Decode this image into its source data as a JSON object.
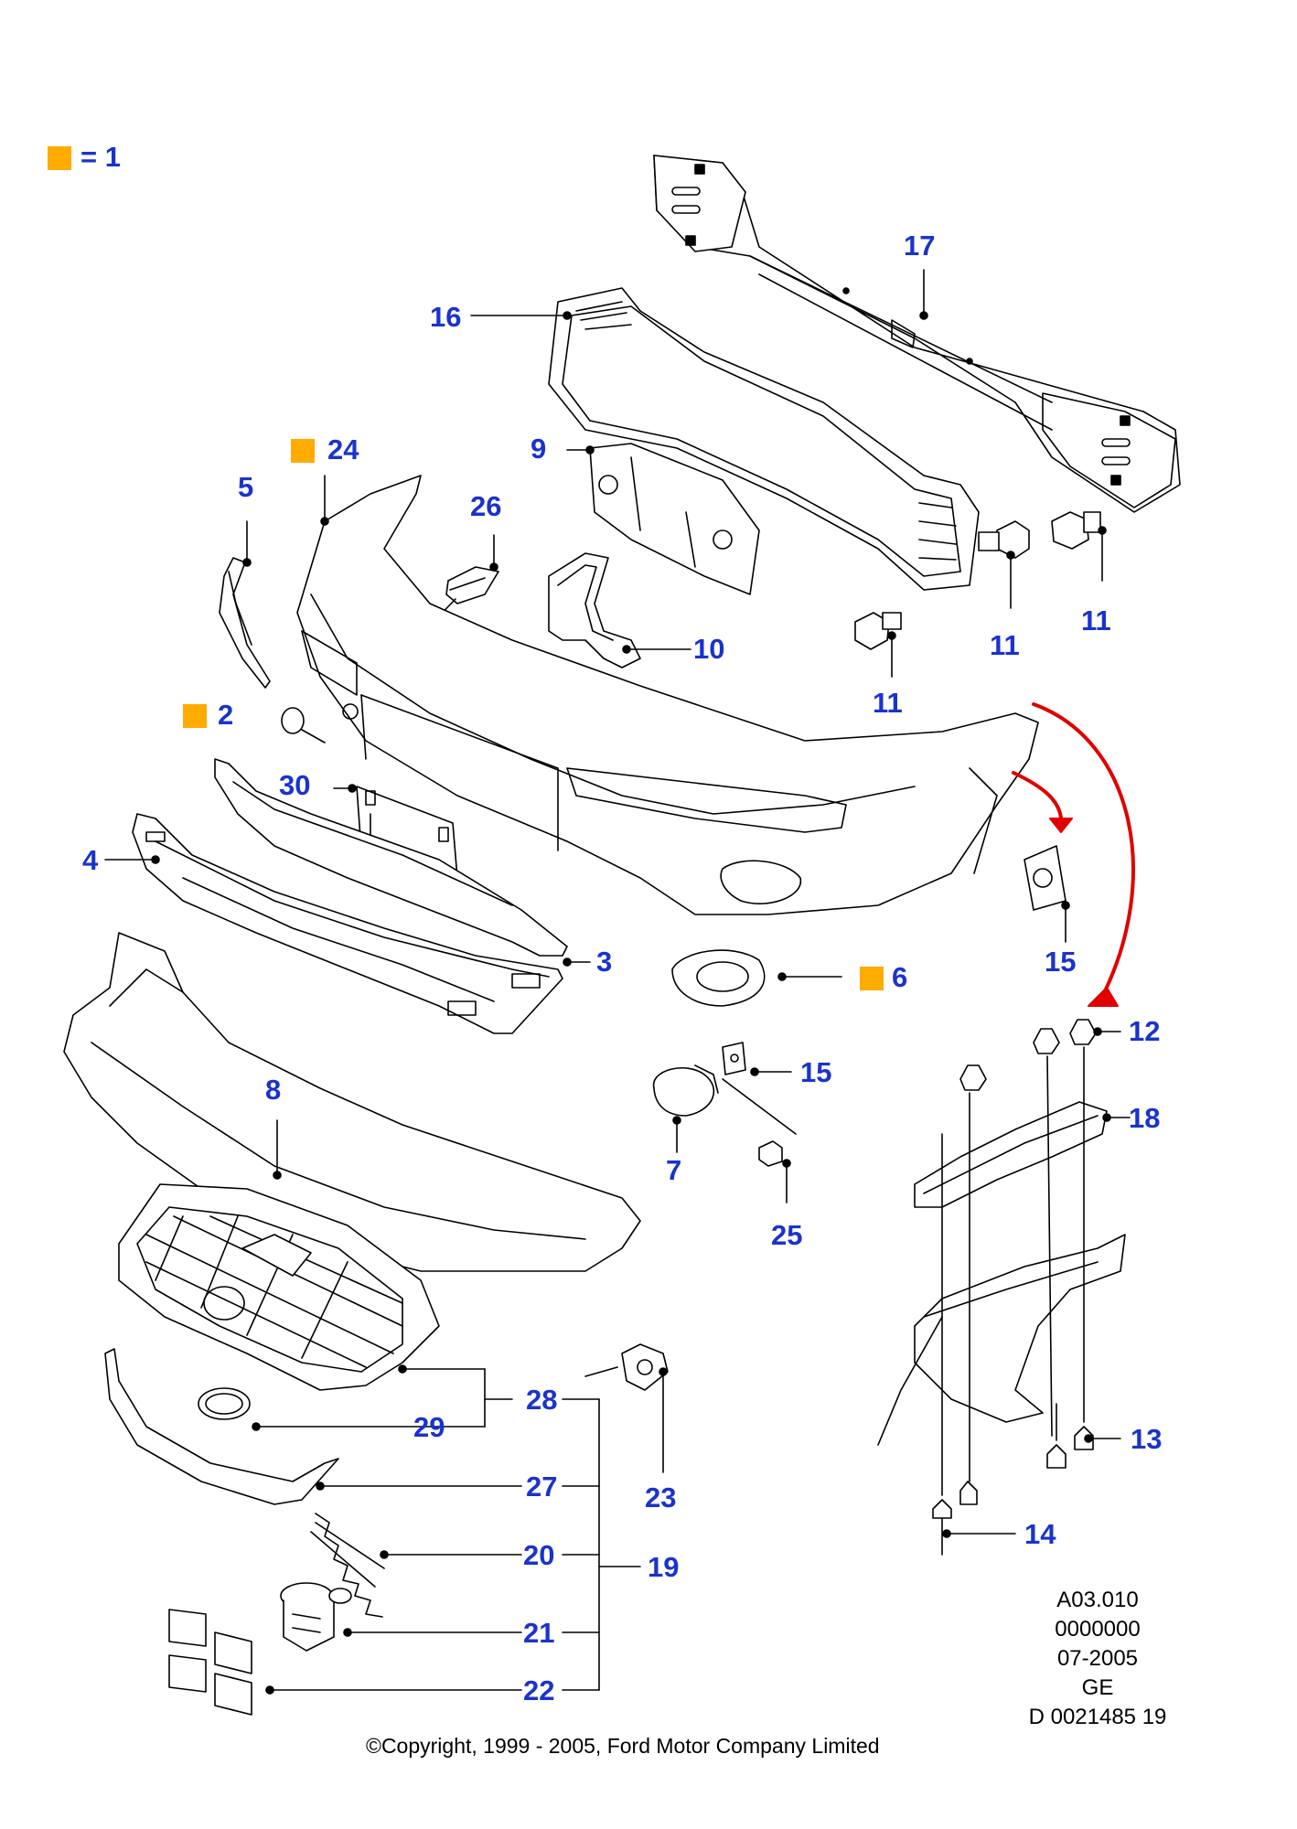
{
  "legend": {
    "marker_color": "#ffab00",
    "text": "= 1"
  },
  "callouts": {
    "c2": "2",
    "c3": "3",
    "c4": "4",
    "c5": "5",
    "c6": "6",
    "c7": "7",
    "c8": "8",
    "c9": "9",
    "c10": "10",
    "c11a": "11",
    "c11b": "11",
    "c11c": "11",
    "c12": "12",
    "c13": "13",
    "c14": "14",
    "c15a": "15",
    "c15b": "15",
    "c16": "16",
    "c17": "17",
    "c18": "18",
    "c19": "19",
    "c20": "20",
    "c21": "21",
    "c22": "22",
    "c23": "23",
    "c24": "24",
    "c25": "25",
    "c26": "26",
    "c27": "27",
    "c28": "28",
    "c29": "29",
    "c30": "30"
  },
  "reference_block": {
    "line1": "A03.010",
    "line2": "0000000",
    "line3": "07-2005",
    "line4": "GE",
    "line5": "D 0021485 19"
  },
  "copyright": "©Copyright, 1999 - 2005, Ford Motor Company Limited",
  "colors": {
    "callout": "#1a33cc",
    "marker": "#ffab00",
    "arrow": "#e00000",
    "line": "#000000"
  }
}
